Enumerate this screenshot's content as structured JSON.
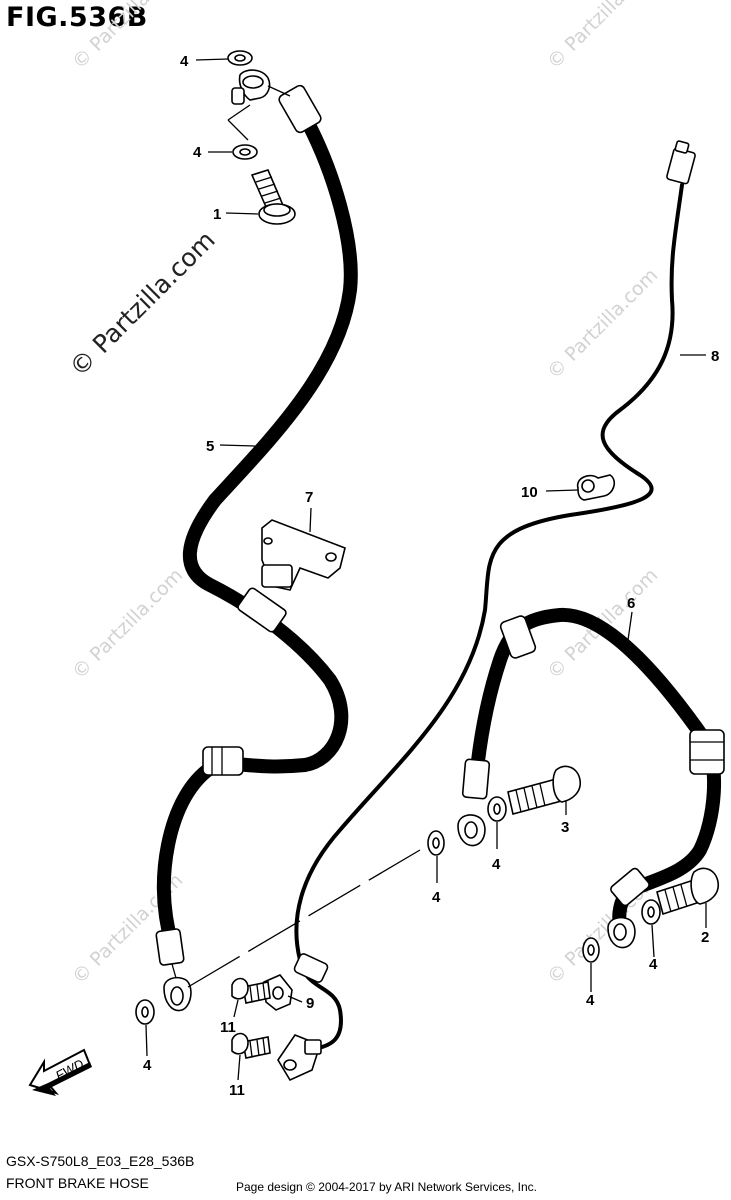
{
  "figure": {
    "title": "FIG.536B",
    "model_code": "GSX-S750L8_E03_E28_536B",
    "name": "FRONT BRAKE HOSE"
  },
  "copyright": "Page design © 2004-2017 by ARI Network Services, Inc.",
  "watermark": "© Partzilla.com",
  "fwd_label": "FWD",
  "callouts": [
    {
      "id": "c4a",
      "text": "4"
    },
    {
      "id": "c4b",
      "text": "4"
    },
    {
      "id": "c1",
      "text": "1"
    },
    {
      "id": "c5",
      "text": "5"
    },
    {
      "id": "c7",
      "text": "7"
    },
    {
      "id": "c8",
      "text": "8"
    },
    {
      "id": "c10",
      "text": "10"
    },
    {
      "id": "c6",
      "text": "6"
    },
    {
      "id": "c3",
      "text": "3"
    },
    {
      "id": "c4c",
      "text": "4"
    },
    {
      "id": "c4d",
      "text": "4"
    },
    {
      "id": "c2",
      "text": "2"
    },
    {
      "id": "c4e",
      "text": "4"
    },
    {
      "id": "c4f",
      "text": "4"
    },
    {
      "id": "c9",
      "text": "9"
    },
    {
      "id": "c11a",
      "text": "11"
    },
    {
      "id": "c11b",
      "text": "11"
    },
    {
      "id": "c4g",
      "text": "4"
    }
  ]
}
